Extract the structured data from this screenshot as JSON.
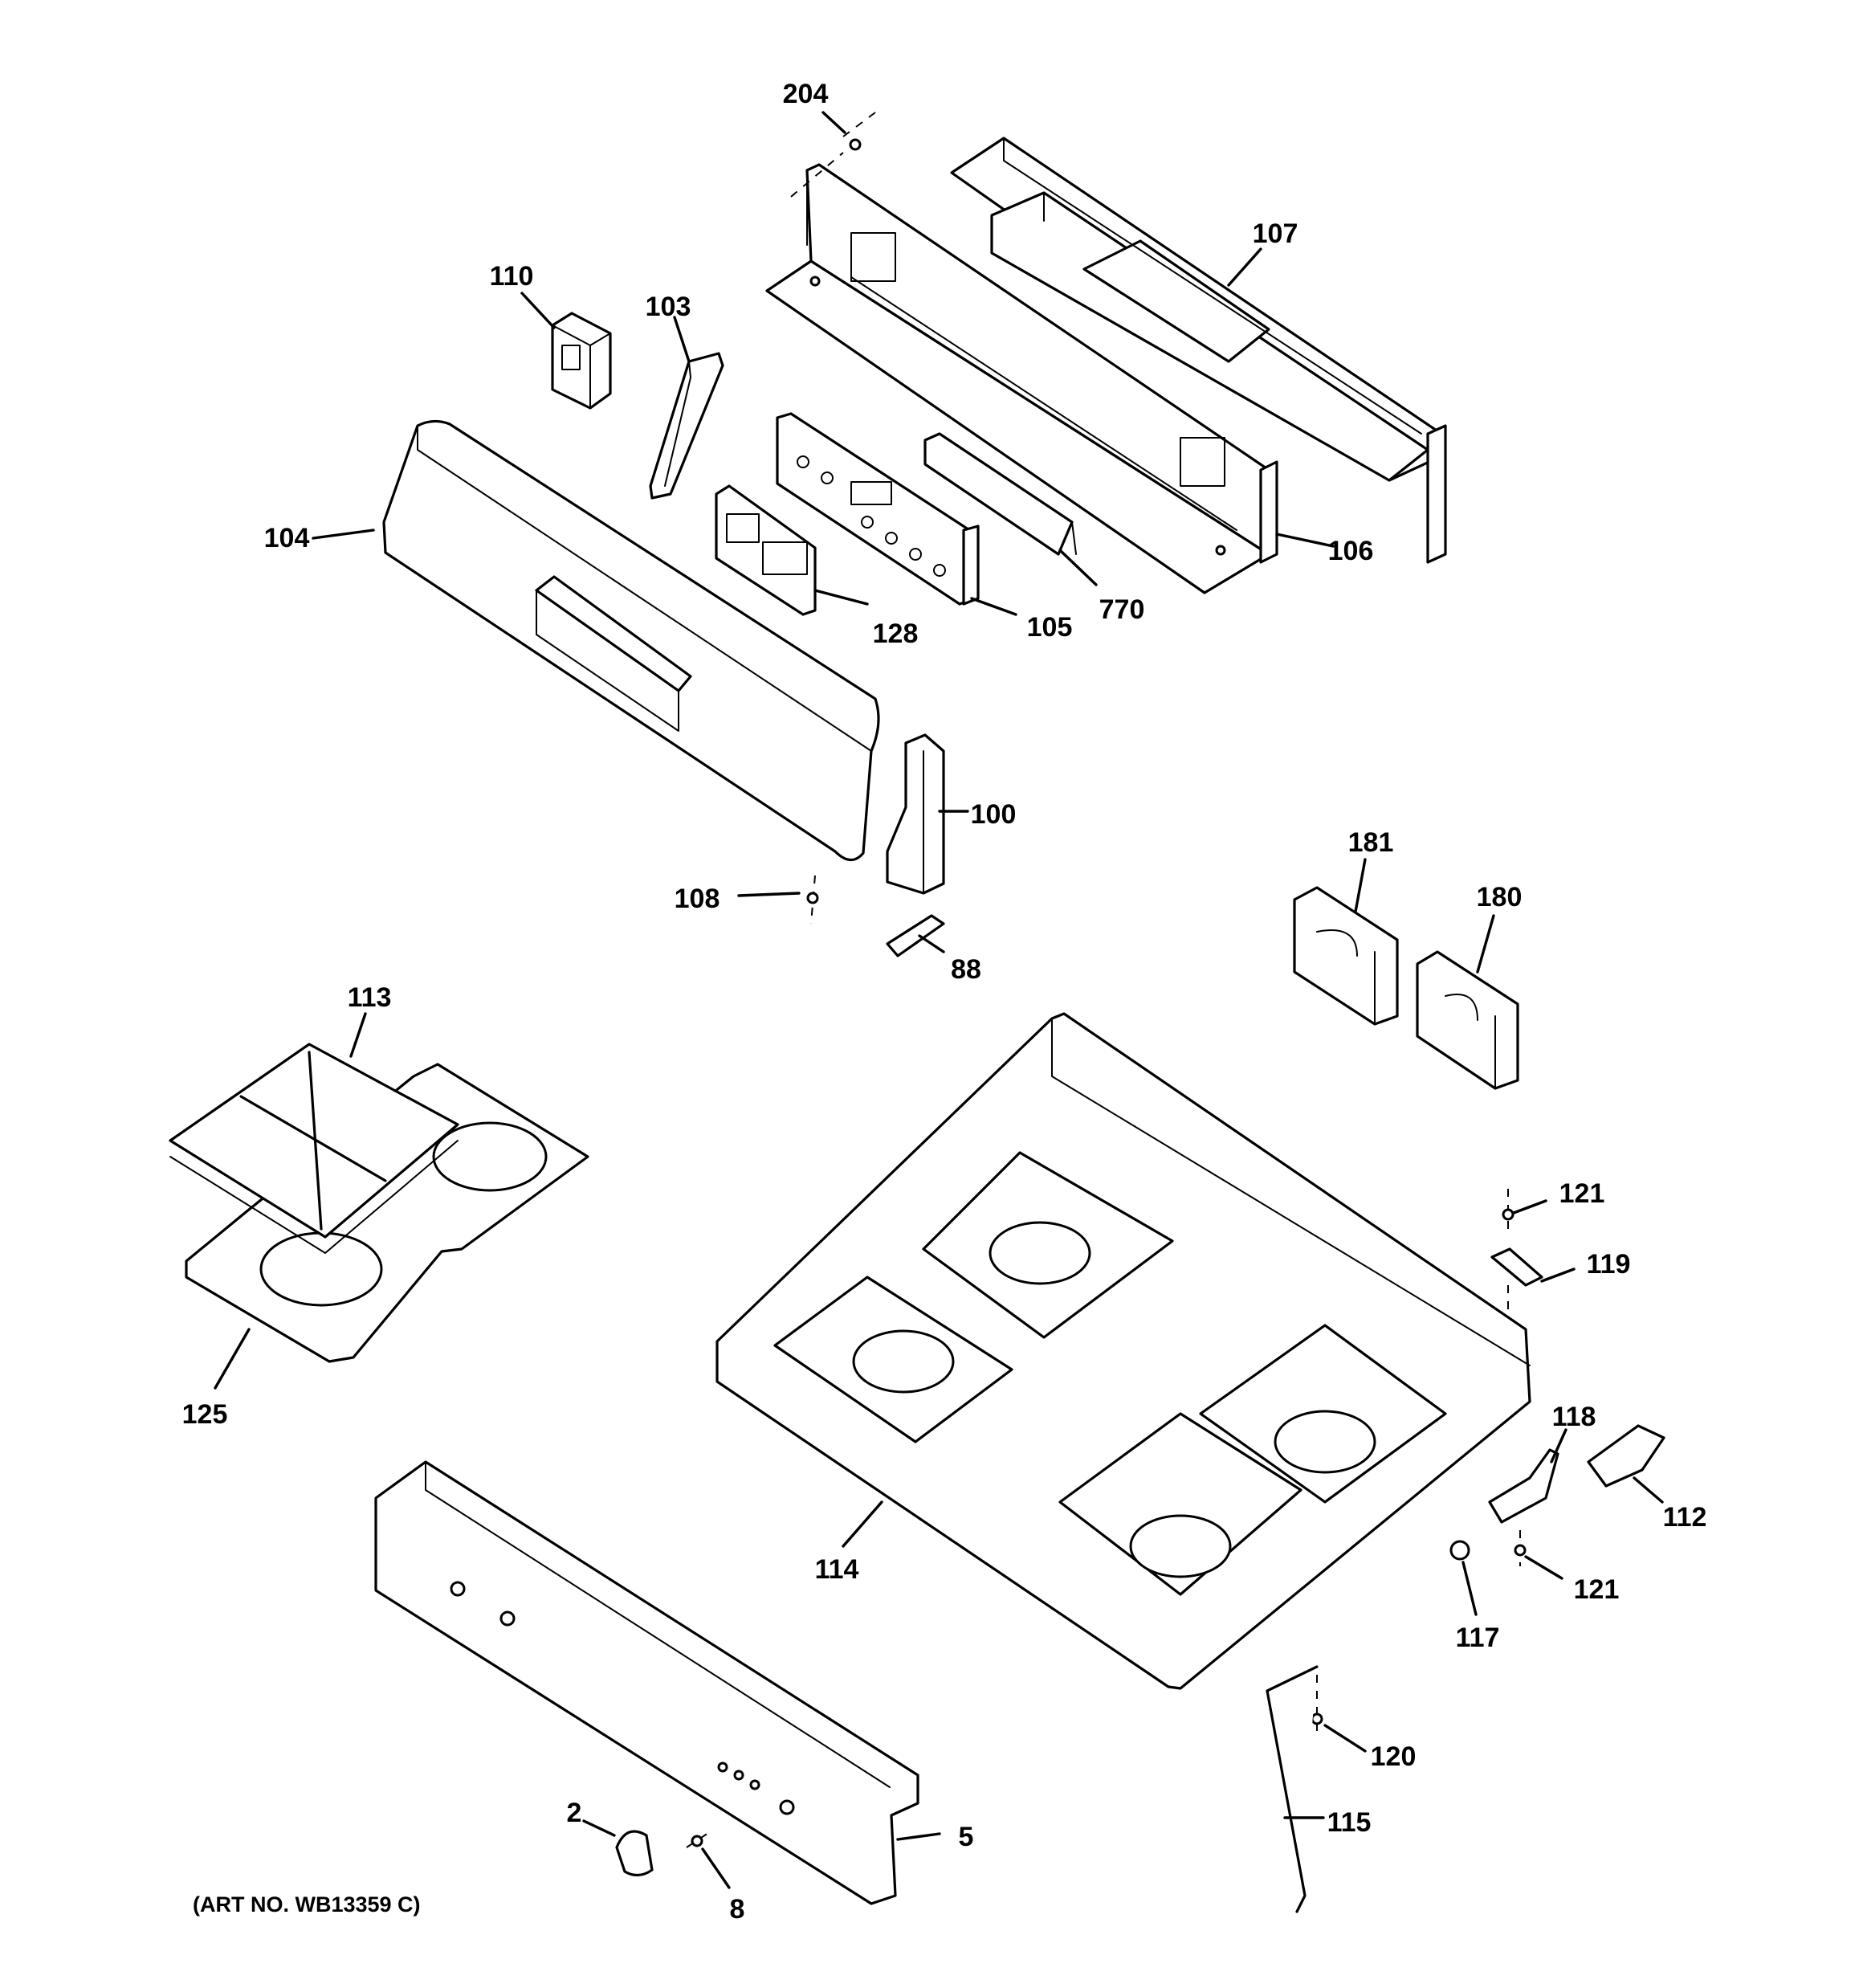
{
  "art_number": "(ART NO. WB13359 C)",
  "callouts": {
    "c204": "204",
    "c107": "107",
    "c110": "110",
    "c103": "103",
    "c104": "104",
    "c106": "106",
    "c128": "128",
    "c105": "105",
    "c770": "770",
    "c100": "100",
    "c108": "108",
    "c88": "88",
    "c181": "181",
    "c180": "180",
    "c113": "113",
    "c125": "125",
    "c121a": "121",
    "c119": "119",
    "c118": "118",
    "c112": "112",
    "c114": "114",
    "c121b": "121",
    "c117": "117",
    "c120": "120",
    "c115": "115",
    "c2": "2",
    "c5": "5",
    "c8": "8"
  }
}
